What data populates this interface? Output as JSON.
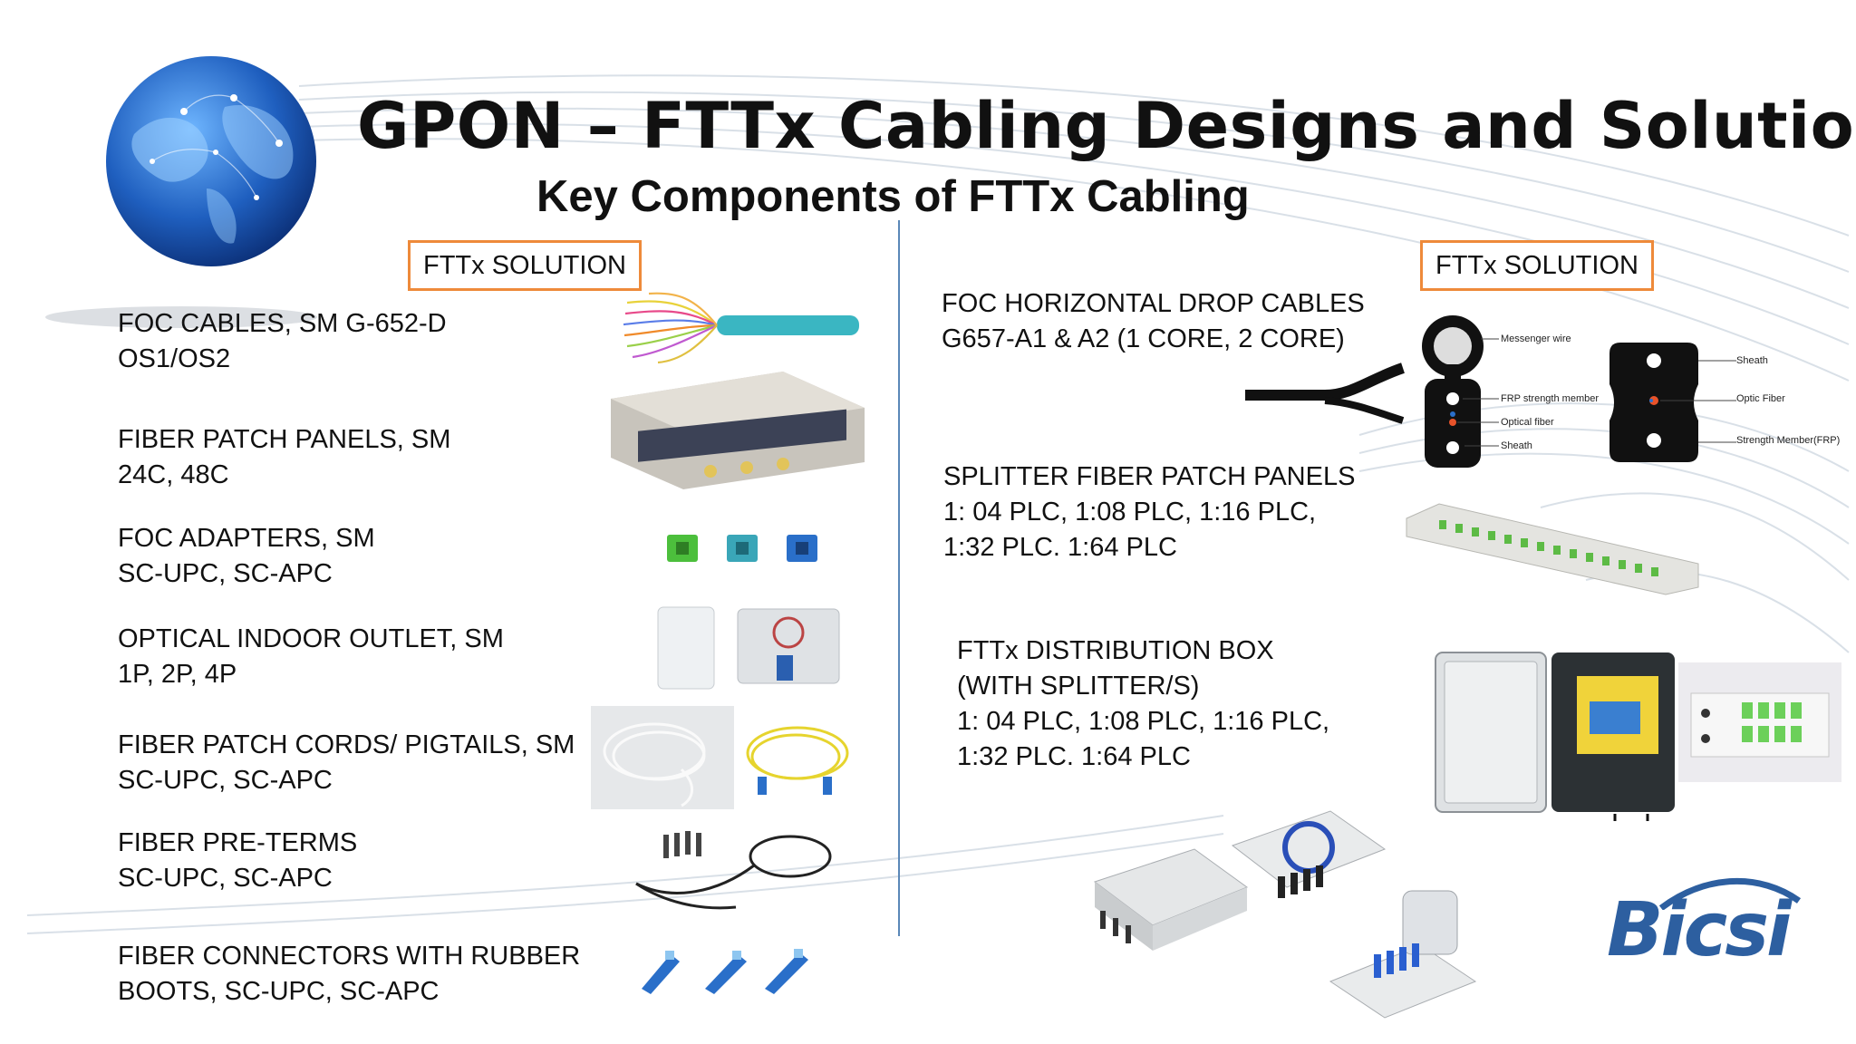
{
  "title": "GPON – FTTx  Cabling Designs and Solution",
  "subtitle": "Key Components  of  FTTx Cabling",
  "left_column": {
    "box_label": "FTTx  SOLUTION",
    "items": [
      {
        "line1": "FOC  CABLES, SM G-652-D",
        "line2": "OS1/OS2"
      },
      {
        "line1": "FIBER  PATCH PANELS, SM",
        "line2": "24C, 48C"
      },
      {
        "line1": "FOC ADAPTERS, SM",
        "line2": "SC-UPC,  SC-APC"
      },
      {
        "line1": "OPTICAL  INDOOR OUTLET, SM",
        "line2": "1P, 2P, 4P"
      },
      {
        "line1": "FIBER  PATCH CORDS/ PIGTAILS, SM",
        "line2": "SC-UPC, SC-APC"
      },
      {
        "line1": "FIBER  PRE-TERMS",
        "line2": "SC-UPC, SC-APC"
      },
      {
        "line1": "FIBER  CONNECTORS WITH RUBBER",
        "line2": "BOOTS, SC-UPC, SC-APC"
      }
    ]
  },
  "right_column": {
    "box_label": "FTTx  SOLUTION",
    "drop_cables": {
      "line1": "FOC  HORIZONTAL DROP  CABLES",
      "line2": "G657-A1 & A2  (1 CORE, 2 CORE)"
    },
    "splitter_panels": {
      "line1": "SPLITTER  FIBER PATCH PANELS",
      "line2": "1: 04 PLC, 1:08 PLC, 1:16 PLC,",
      "line3": "1:32 PLC. 1:64 PLC"
    },
    "distribution_box": {
      "line1": "FTTx   DISTRIBUTION BOX",
      "line2": "(WITH SPLITTER/S)",
      "line3": "1: 04 PLC, 1:08 PLC, 1:16 PLC,",
      "line4": "1:32 PLC. 1:64 PLC"
    }
  },
  "cable_diagram": {
    "left_labels": [
      "Messenger wire",
      "FRP strength member",
      "Optical fiber",
      "Sheath"
    ],
    "right_labels": [
      "Sheath",
      "Optic Fiber",
      "Strength Member(FRP)"
    ]
  },
  "logo_text": "Bicsi",
  "colors": {
    "accent_box": "#ee8a3a",
    "divider": "#5b88b8",
    "logo": "#2d5fa0",
    "cable_teal": "#3ab6c2",
    "adapter_green": "#4cbf3c",
    "connector_blue": "#2a6fc9"
  }
}
